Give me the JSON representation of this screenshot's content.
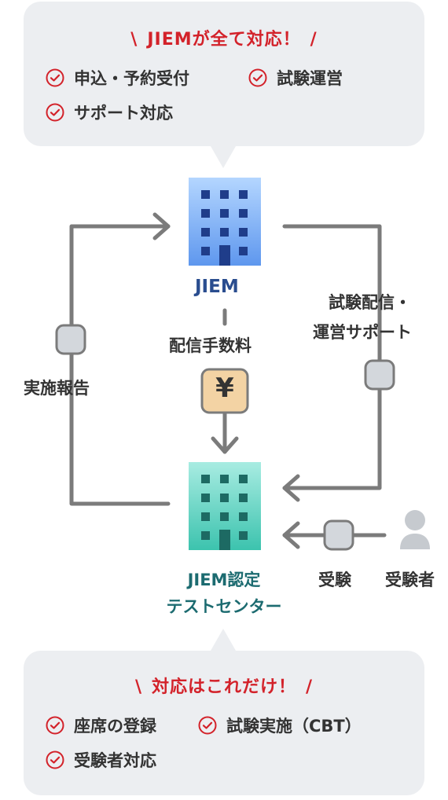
{
  "top_callout": {
    "headline": "JIEMが全て対応！",
    "items": [
      "申込・予約受付",
      "試験運営",
      "サポート対応"
    ]
  },
  "diagram": {
    "jiem_label": "JIEM",
    "center_label": [
      "JIEM認定",
      "テストセンター"
    ],
    "fee_label": "配信手数料",
    "fee_symbol": "¥",
    "report_label": "実施報告",
    "support_label": [
      "試験配信・",
      "運営サポート"
    ],
    "exam_label": "受験",
    "examinee_label": "受験者"
  },
  "bottom_callout": {
    "headline": "対応はこれだけ！",
    "items": [
      "座席の登録",
      "試験実施（CBT）",
      "受験者対応"
    ]
  },
  "colors": {
    "accent_red": "#d3222a",
    "callout_bg": "#eceef1",
    "arrow_gray": "#7b7b7b",
    "jiem_blue": "#2a4d8f",
    "center_teal": "#1c6b70",
    "fee_box": "#f3d3a4"
  }
}
